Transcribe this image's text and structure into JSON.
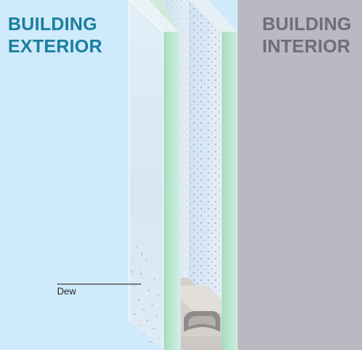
{
  "labels": {
    "exterior": [
      "BUILDING",
      "EXTERIOR"
    ],
    "interior": [
      "BUILDING",
      "INTERIOR"
    ],
    "dew": "Dew"
  },
  "colors": {
    "exterior_bg": "#cfeafb",
    "interior_bg": "#b8b9c1",
    "glass_face": "#dfedf7",
    "glass_edge": "#b9e3cf",
    "glass_top": "#e9f3f6",
    "exterior_text": "#1a7f9e",
    "interior_text": "#6d6e79",
    "spacer": "#c9c7c4"
  }
}
